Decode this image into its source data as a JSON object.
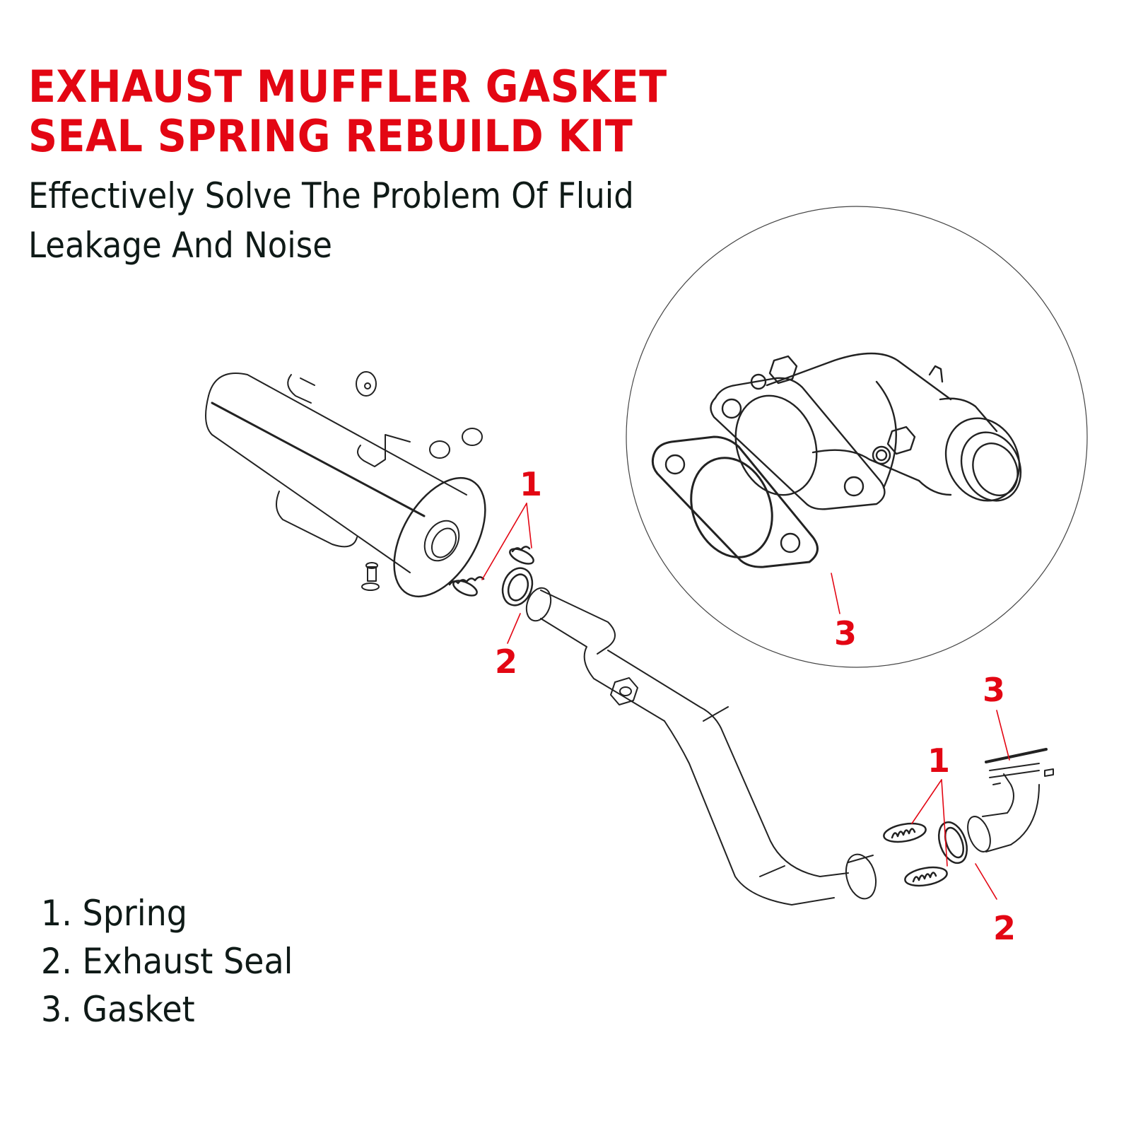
{
  "header": {
    "title_line1": "EXHAUST MUFFLER GASKET",
    "title_line2": "SEAL SPRING REBUILD KIT",
    "subtitle_line1": "Effectively Solve The Problem Of Fluid",
    "subtitle_line2": "Leakage And Noise"
  },
  "legend": {
    "items": [
      {
        "number": "1.",
        "label": "Spring"
      },
      {
        "number": "2.",
        "label": "Exhaust Seal"
      },
      {
        "number": "3.",
        "label": "Gasket"
      }
    ]
  },
  "callouts": {
    "muffler_spring": "1",
    "muffler_seal": "2",
    "detail_gasket": "3",
    "header_gasket": "3",
    "header_spring": "1",
    "header_seal": "2"
  },
  "colors": {
    "accent_red": "#e30613",
    "text_dark": "#0f1a17",
    "line_art": "#222222",
    "background": "#ffffff"
  },
  "diagram": {
    "parts": [
      "muffler",
      "rubber-grommets",
      "springs",
      "exhaust-seals",
      "mid-pipe",
      "header-pipe",
      "flange-gasket",
      "detail-circle"
    ]
  }
}
